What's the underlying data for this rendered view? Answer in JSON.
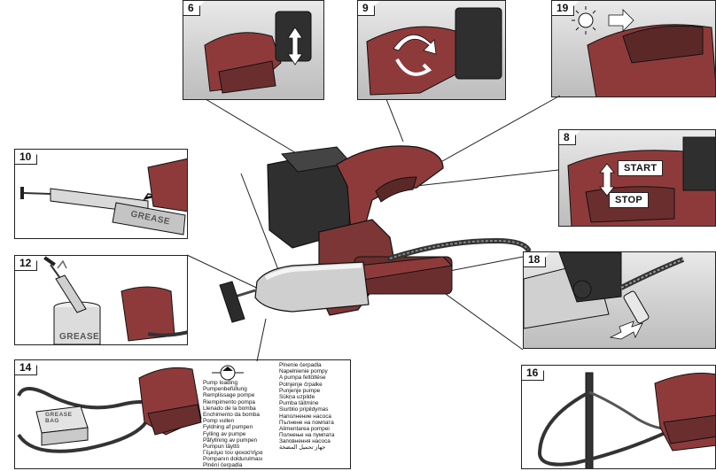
{
  "panels": {
    "p6": {
      "number": "6"
    },
    "p9": {
      "number": "9"
    },
    "p19": {
      "number": "19"
    },
    "p8": {
      "number": "8",
      "start_label": "START",
      "stop_label": "STOP"
    },
    "p10": {
      "number": "10",
      "grease_label": "GREASE"
    },
    "p12": {
      "number": "12",
      "grease_label": "GREASE"
    },
    "p18": {
      "number": "18"
    },
    "p14": {
      "number": "14",
      "grease_box_label": "GREASE BAG",
      "pump_loading_col1": [
        "Pump loading",
        "Pumpenbefüllung",
        "Remplissage pompe",
        "Riempimento pompa",
        "Llenado de la bomba",
        "Enchimento da bomba",
        "Pomp vullen",
        "Fyldning af pumpen",
        "Fylling av pumpe",
        "Påfyllning av pumpen",
        "Pumpun täyttö",
        "Γέμισμα του ψεκαστήρα",
        "Pompanın doldurulması",
        "Plnění čerpadla"
      ],
      "pump_loading_col2": [
        "Plnenie čerpadla",
        "Napełnienie pompy",
        "A pumpa feltöltése",
        "Polnjenje črpalke",
        "Punjenje pumpe",
        "Sūkņa uzpilde",
        "Pumbа täitmine",
        "Siurblio pripildymas",
        "Наполнение насоса",
        "Пълнене на помпата",
        "Alimentarea pompei",
        "Полнење на пумпата",
        "Заповнення насоса",
        "جهاز تحميل المضخة"
      ]
    },
    "p16": {
      "number": "16"
    }
  },
  "colors": {
    "tool_red": "#8f3a3a",
    "tool_dark": "#2b2b2b",
    "battery": "#333333",
    "line": "#222222"
  },
  "icons": [
    "battery-icon",
    "arrow-icon",
    "light-icon",
    "pump-symbol-icon"
  ]
}
